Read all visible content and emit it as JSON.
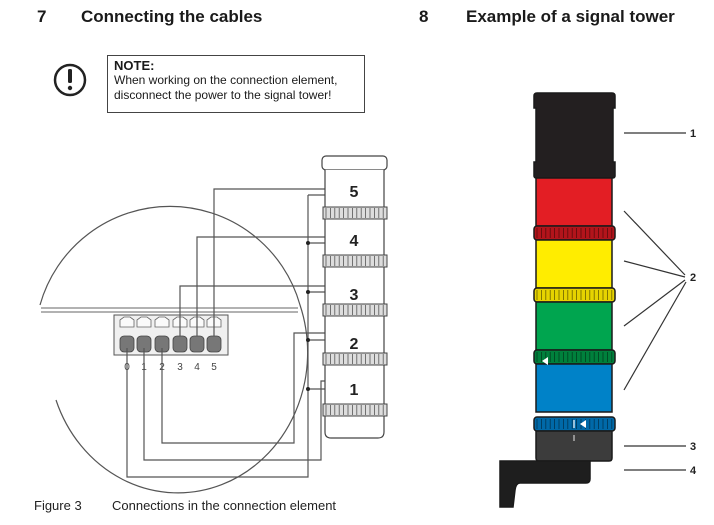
{
  "section7": {
    "number": "7",
    "title": "Connecting the cables",
    "note": {
      "icon": "exclamation-circle-icon",
      "label": "NOTE:",
      "line1": "When working on the connection element,",
      "line2": "disconnect the power to the signal tower!"
    },
    "figure": {
      "terminal_labels": [
        "0",
        "1",
        "2",
        "3",
        "4",
        "5"
      ],
      "module_labels": [
        "5",
        "4",
        "3",
        "2",
        "1"
      ],
      "caption_number": "Figure 3",
      "caption_text": "Connections in the connection element"
    }
  },
  "section8": {
    "number": "8",
    "title": "Example of a signal tower",
    "tower": {
      "segments": [
        {
          "name": "cap",
          "color": "#231f20"
        },
        {
          "name": "red",
          "color": "#e31e24"
        },
        {
          "name": "yellow",
          "color": "#ffed00"
        },
        {
          "name": "green",
          "color": "#00a54f"
        },
        {
          "name": "blue",
          "color": "#0082c8"
        },
        {
          "name": "base",
          "color": "#3c3c3c"
        },
        {
          "name": "bracket",
          "color": "#1e1e1e"
        }
      ],
      "callouts": [
        "1",
        "2",
        "3",
        "4"
      ]
    }
  }
}
